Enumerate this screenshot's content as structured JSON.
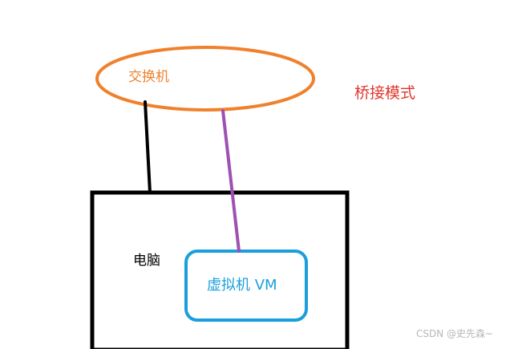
{
  "diagram": {
    "switch": {
      "label": "交换机"
    },
    "computer": {
      "label": "电脑"
    },
    "vm": {
      "label": "虚拟机 VM"
    },
    "mode": {
      "label": "桥接模式"
    },
    "watermark": "CSDN @史先森~"
  },
  "colors": {
    "switch": "#f0812c",
    "mode": "#e0362c",
    "computer": "#000000",
    "vm": "#1a9fdc",
    "link_computer": "#000000",
    "link_vm": "#9f50b3",
    "watermark": "#b7b7b7"
  }
}
